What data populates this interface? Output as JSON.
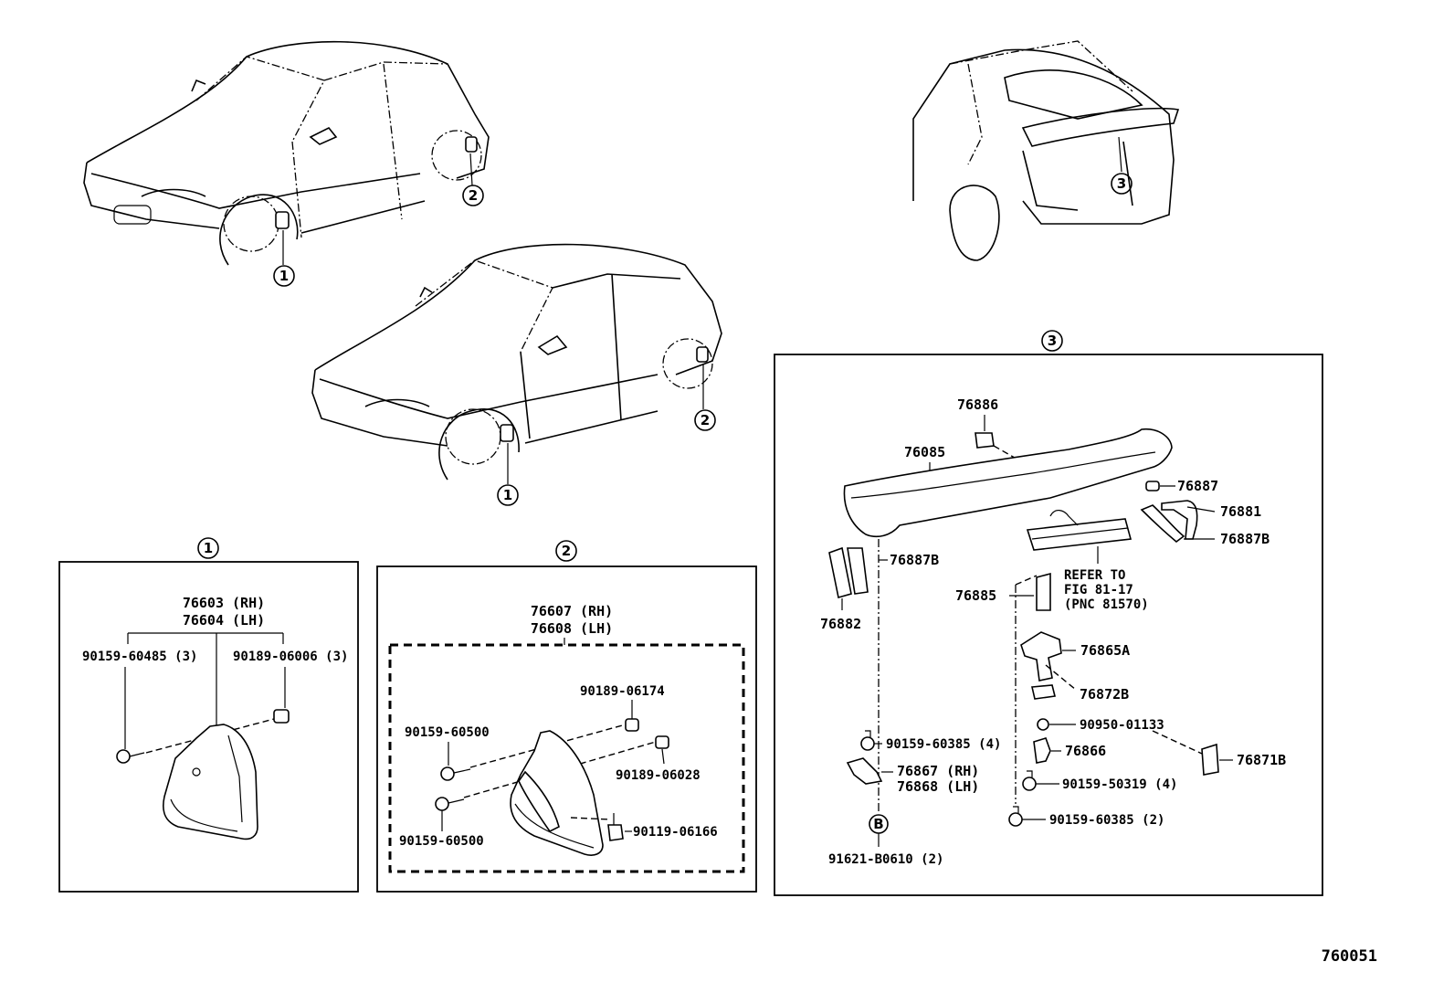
{
  "callouts": {
    "one": "1",
    "two": "2",
    "three": "3",
    "b": "B"
  },
  "panel1": {
    "part_mudguard": "76603 (RH)",
    "part_mudguard_lh": "76604 (LH)",
    "screw": "90159-60485 (3)",
    "clip": "90189-06006 (3)"
  },
  "panel2": {
    "part_mudguard": "76607 (RH)",
    "part_mudguard_lh": "76608 (LH)",
    "clip_a": "90189-06174",
    "screw_a": "90159-60500",
    "clip_b": "90189-06028",
    "screw_b": "90159-60500",
    "bolt": "90119-06166"
  },
  "panel3": {
    "p76886": "76886",
    "p76085": "76085",
    "p76887": "76887",
    "p76881": "76881",
    "p76887b_r": "76887B",
    "p76887b_l": "76887B",
    "p76882": "76882",
    "p76885": "76885",
    "refer1": "REFER TO",
    "refer2": "FIG 81-17",
    "refer3": "(PNC 81570)",
    "p76865a": "76865A",
    "p76872b": "76872B",
    "p90950": "90950-01133",
    "p76866": "76866",
    "p76871b": "76871B",
    "p90159_385_4": "90159-60385 (4)",
    "p76867": "76867 (RH)",
    "p76868": "76868 (LH)",
    "p90159_319": "90159-50319 (4)",
    "p90159_385_2": "90159-60385 (2)",
    "p91621": "91621-B0610 (2)"
  },
  "figure_id": "760051"
}
